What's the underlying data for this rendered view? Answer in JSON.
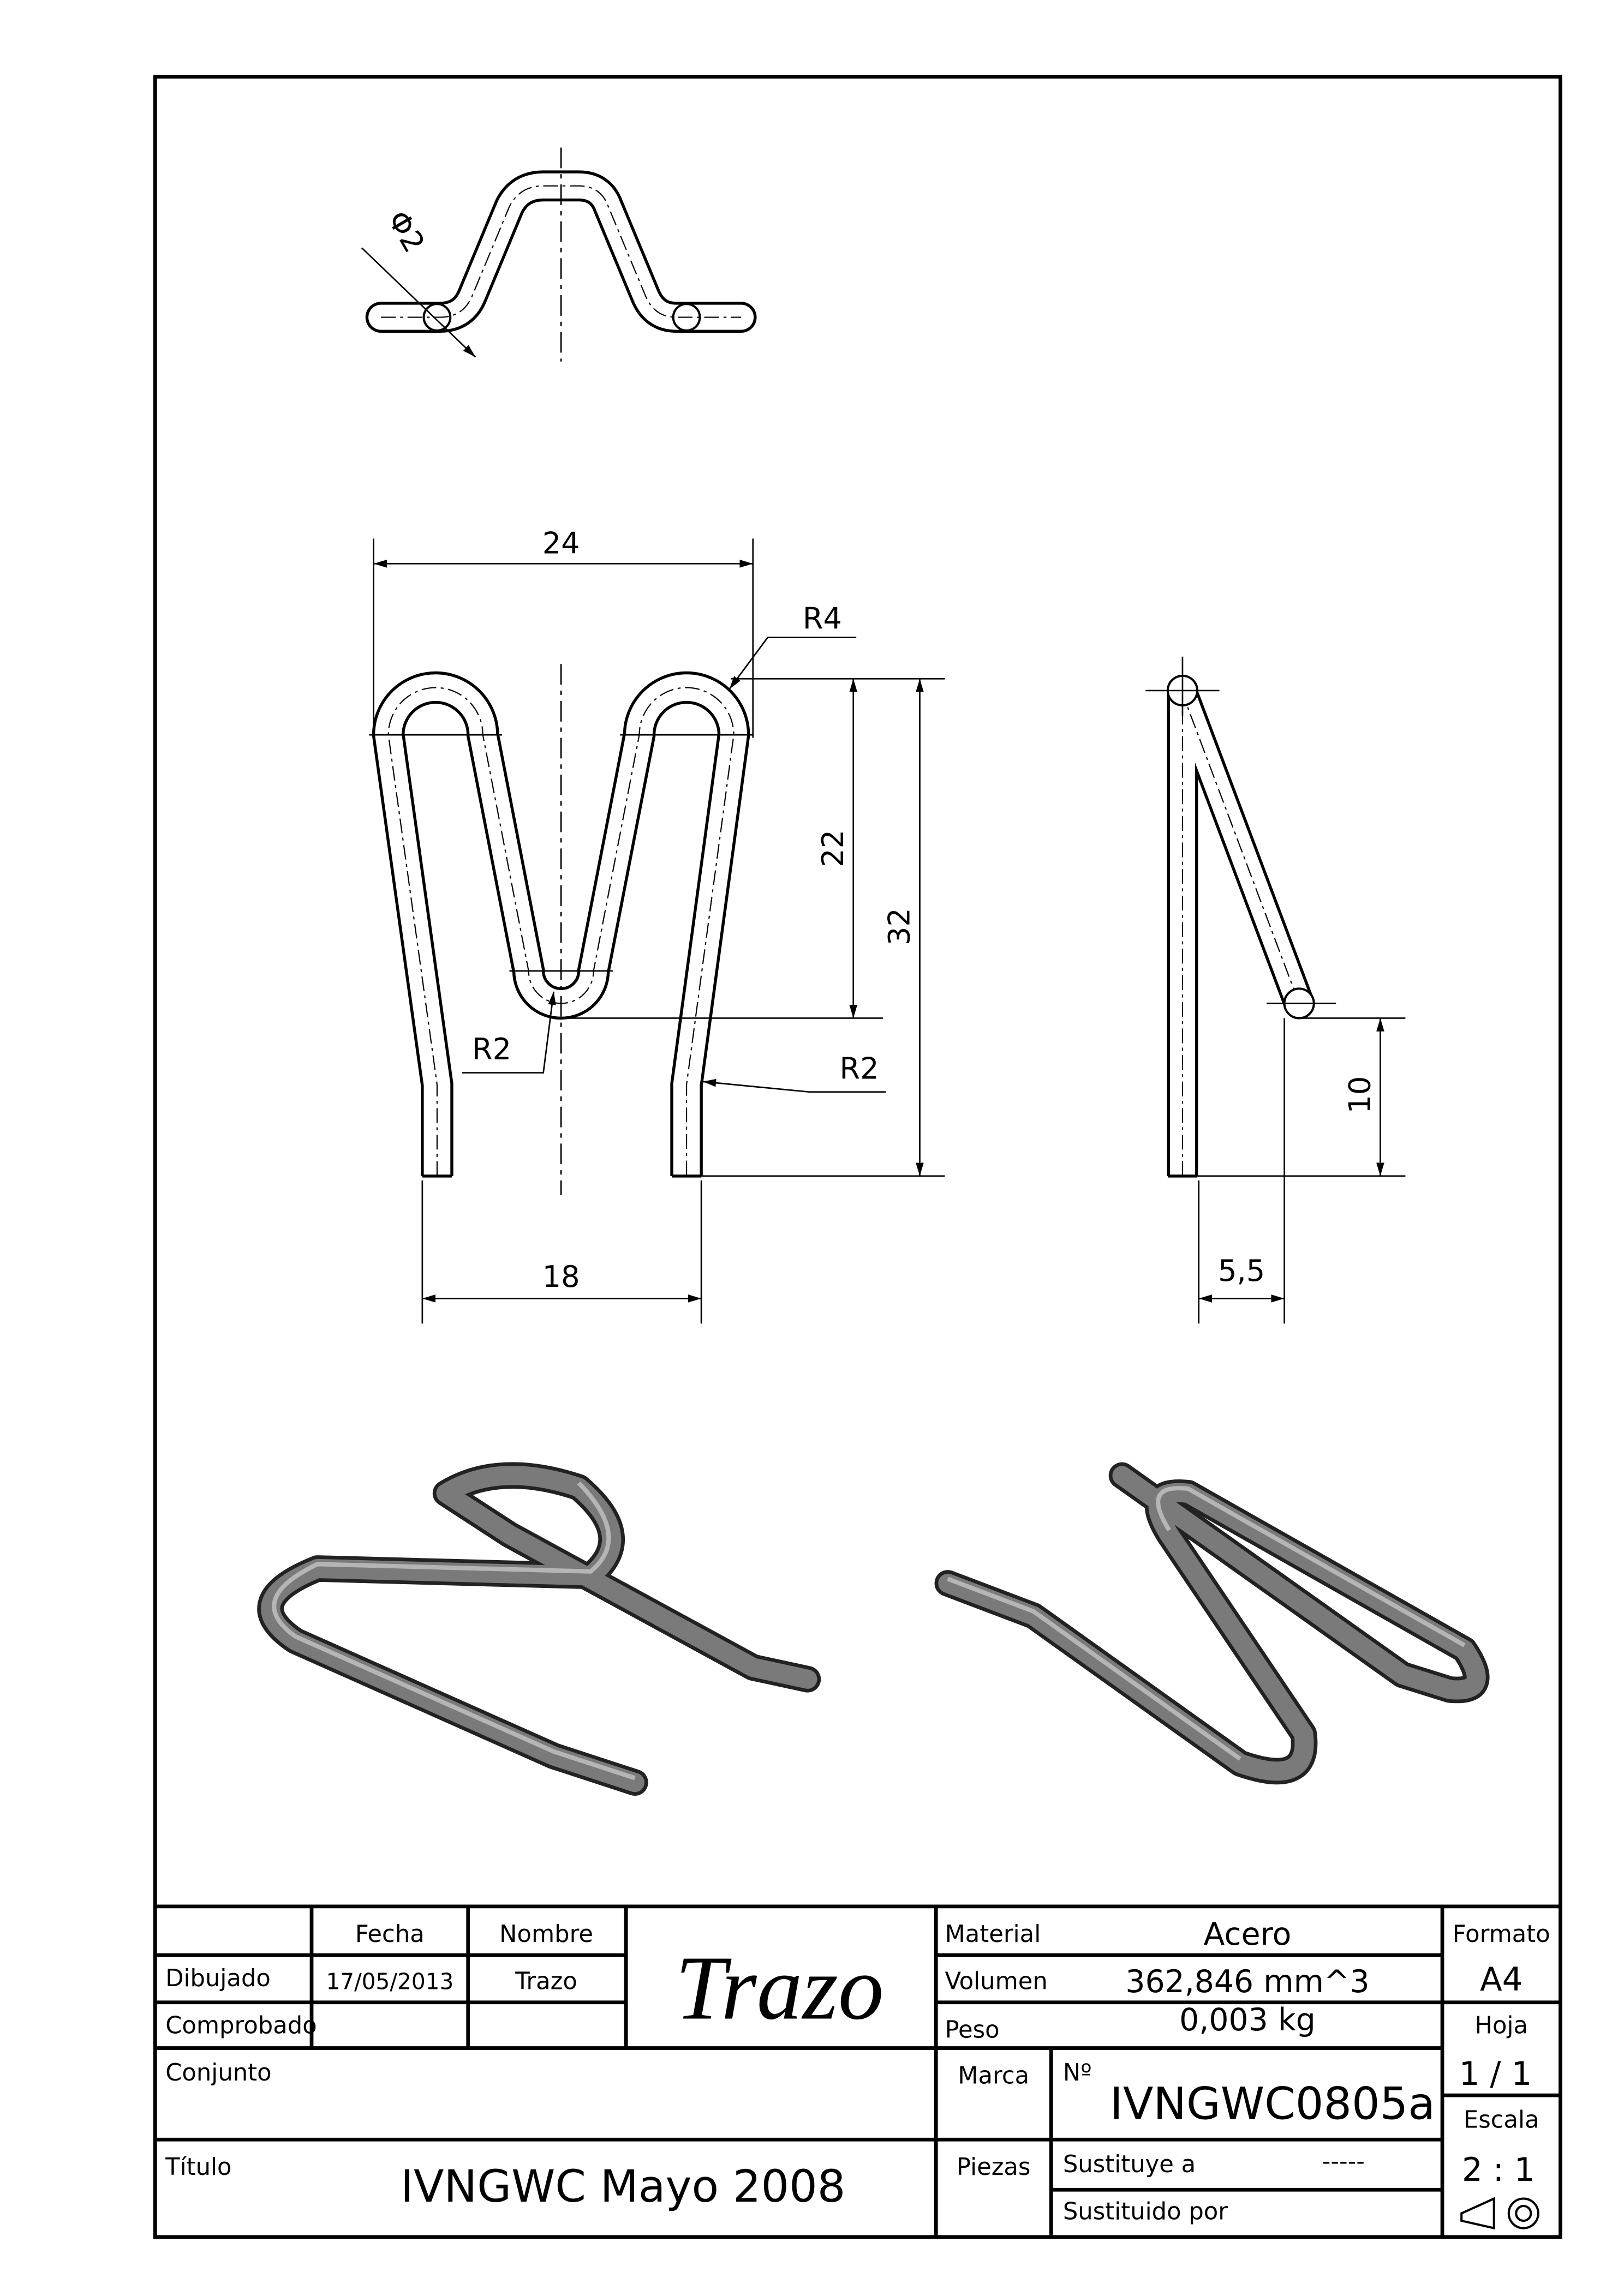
{
  "dimensions": {
    "phi": "Φ2",
    "width_top": "24",
    "radius_outer": "R4",
    "height_inner": "22",
    "height_total": "32",
    "radius_left": "R2",
    "radius_right": "R2",
    "width_bottom": "18",
    "side_height": "10",
    "side_width": "5,5"
  },
  "title_block": {
    "fecha_label": "Fecha",
    "nombre_label": "Nombre",
    "dibujado_label": "Dibujado",
    "dibujado_fecha": "17/05/2013",
    "dibujado_nombre": "Trazo",
    "comprobado_label": "Comprobado",
    "logo": "Trazo",
    "material_label": "Material",
    "material_value": "Acero",
    "volumen_label": "Volumen",
    "volumen_value": "362,846 mm^3",
    "peso_label": "Peso",
    "peso_value": "0,003 kg",
    "formato_label": "Formato",
    "formato_value": "A4",
    "hoja_label": "Hoja",
    "hoja_value": "1 / 1",
    "conjunto_label": "Conjunto",
    "marca_label": "Marca",
    "numero_label": "Nº",
    "numero_value": "IVNGWC0805a",
    "escala_label": "Escala",
    "escala_value": "2 : 1",
    "titulo_label": "Título",
    "titulo_value": "IVNGWC Mayo 2008",
    "piezas_label": "Piezas",
    "sustituye_label": "Sustituye a",
    "sustituye_value": "-----",
    "sustituido_label": "Sustituido por"
  }
}
